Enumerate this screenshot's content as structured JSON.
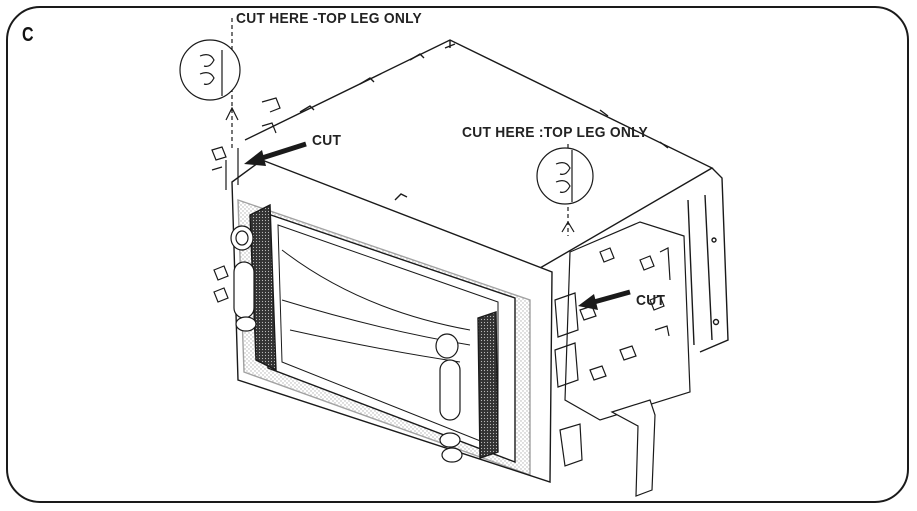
{
  "panel": {
    "letter": "C"
  },
  "labels": {
    "cut_here_left": "CUT HERE -TOP LEG ONLY",
    "cut_left": "CUT",
    "cut_here_right": "CUT HERE :TOP LEG ONLY",
    "cut_right": "CUT"
  },
  "colors": {
    "line": "#1a1a1a",
    "shade": "#555555",
    "background": "#ffffff"
  }
}
